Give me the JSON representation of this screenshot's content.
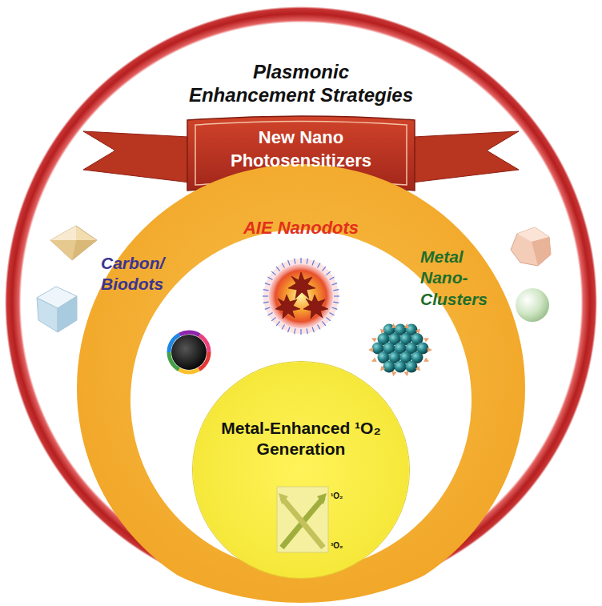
{
  "diagram": {
    "nodes": [
      {
        "text": [
          "Plasmonic Enhancement Strategies"
        ]
      },
      {
        "text": [
          "New Nano Photosensitizers"
        ],
        "in": 0
      },
      {
        "text": [
          "AIE Nanodots",
          "Carbon/ Biodots",
          "Metal Nano- Clusters"
        ],
        "in": 0
      },
      {
        "text": [
          "Metal-Enhanced ¹O₂ Generation"
        ],
        "in": 2
      }
    ],
    "labels": [
      "¹O₂",
      "³O₂"
    ]
  }
}
